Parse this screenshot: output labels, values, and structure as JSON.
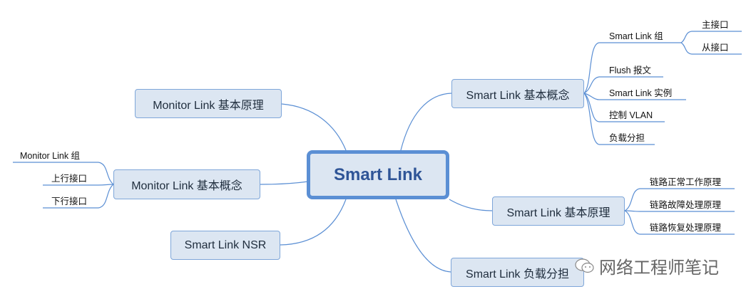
{
  "central": "Smart Link",
  "left_nodes": {
    "ml_principle": "Monitor Link 基本原理",
    "ml_concept": "Monitor Link 基本概念",
    "nsr": "Smart Link NSR"
  },
  "ml_concept_children": [
    "Monitor Link 组",
    "上行接口",
    "下行接口"
  ],
  "right_nodes": {
    "sl_concept": "Smart Link 基本概念",
    "sl_principle": "Smart Link 基本原理",
    "sl_load": "Smart Link 负载分担"
  },
  "sl_concept_children": [
    "Smart Link 组",
    "Flush 报文",
    "Smart Link 实例",
    "控制 VLAN",
    "负载分担"
  ],
  "sl_group_children": [
    "主接口",
    "从接口"
  ],
  "sl_principle_children": [
    "链路正常工作原理",
    "链路故障处理原理",
    "链路恢复处理原理"
  ],
  "watermark": "网络工程师笔记",
  "colors": {
    "node_fill": "#dce6f2",
    "central_border": "#5b8fd4",
    "line": "#5b8fd4",
    "central_text": "#2f5597"
  }
}
